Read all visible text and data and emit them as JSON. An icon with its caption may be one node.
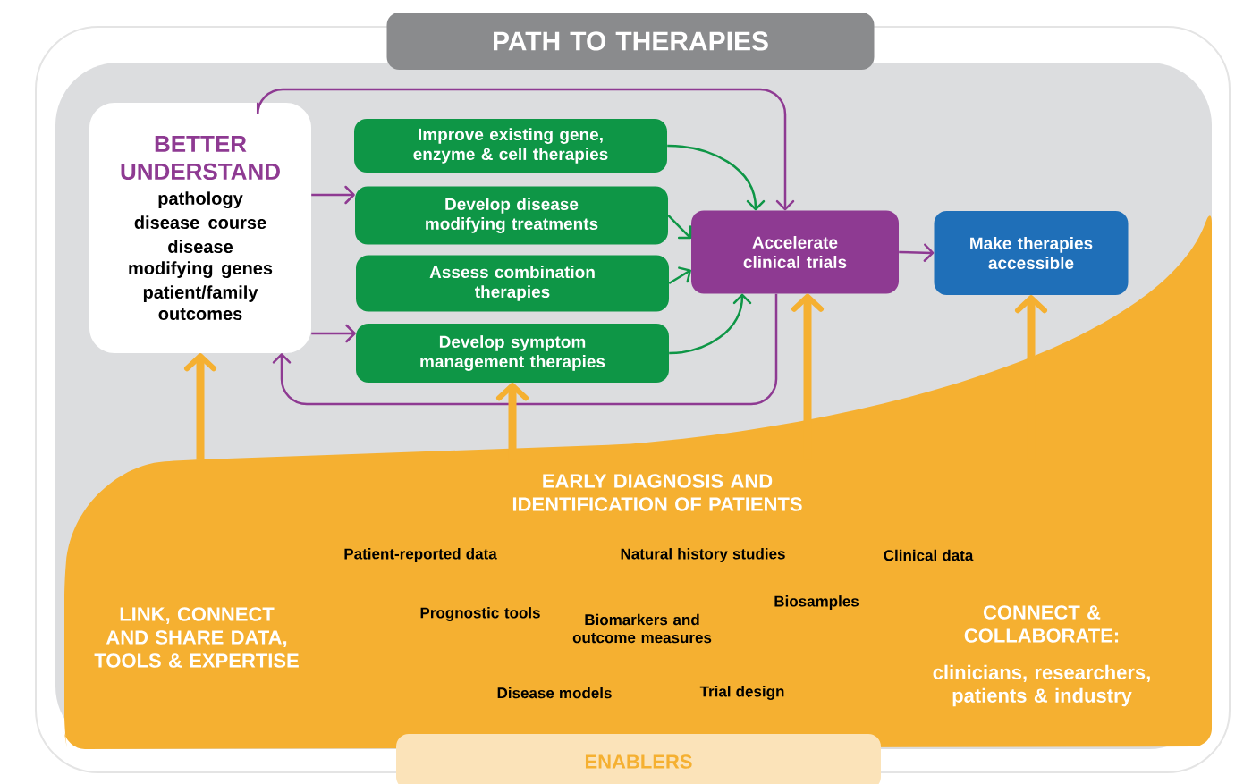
{
  "diagram": {
    "nodes": [
      {
        "text": [
          "PATH TO THERAPIES"
        ]
      },
      {
        "text": [
          "BETTER UNDERSTAND",
          "pathology",
          "disease course",
          "disease modifying genes",
          "patient/family outcomes"
        ]
      },
      {
        "text": [
          "Improve existing gene, enzyme & cell therapies"
        ]
      },
      {
        "text": [
          "Develop disease modifying treatments"
        ]
      },
      {
        "text": [
          "Assess combination therapies"
        ]
      },
      {
        "text": [
          "Develop symptom management therapies"
        ]
      },
      {
        "text": [
          "Accelerate clinical trials"
        ]
      },
      {
        "text": [
          "Make therapies accessible"
        ]
      },
      {
        "text": [
          "EARLY DIAGNOSIS AND IDENTIFICATION OF PATIENTS",
          "Patient-reported data",
          "Natural history studies",
          "Clinical data",
          "LINK, CONNECT AND SHARE DATA, TOOLS & EXPERTISE",
          "Prognostic tools",
          "Biomarkers and outcome measures",
          "Biosamples",
          "CONNECT & COLLABORATE:",
          "Disease models",
          "Trial design",
          "clinicians, researchers, patients & industry"
        ]
      },
      {
        "text": [
          "ENABLERS"
        ]
      }
    ],
    "edges": [
      {
        "from": 1,
        "to": 3,
        "arrow": "to",
        "color": "#8e3a92"
      },
      {
        "from": 1,
        "to": 5,
        "arrow": "to",
        "color": "#8e3a92"
      },
      {
        "from": 1,
        "to": 6,
        "arrow": "to",
        "color": "#8e3a92"
      },
      {
        "from": 6,
        "to": 1,
        "arrow": "to",
        "color": "#8e3a92"
      },
      {
        "from": 2,
        "to": 6,
        "arrow": "to",
        "color": "#0e9646"
      },
      {
        "from": 3,
        "to": 6,
        "arrow": "to",
        "color": "#0e9646"
      },
      {
        "from": 4,
        "to": 6,
        "arrow": "to",
        "color": "#0e9646"
      },
      {
        "from": 5,
        "to": 6,
        "arrow": "to",
        "color": "#0e9646"
      },
      {
        "from": 6,
        "to": 7,
        "arrow": "to",
        "color": "#8e3a92"
      },
      {
        "from": 8,
        "to": 1,
        "arrow": "to",
        "style": "thick",
        "color": "#f5b031"
      },
      {
        "from": 8,
        "to": 5,
        "arrow": "to",
        "style": "thick",
        "color": "#f5b031"
      },
      {
        "from": 8,
        "to": 6,
        "arrow": "to",
        "style": "thick",
        "color": "#f5b031"
      },
      {
        "from": 8,
        "to": 7,
        "arrow": "to",
        "style": "thick",
        "color": "#f5b031"
      }
    ]
  }
}
